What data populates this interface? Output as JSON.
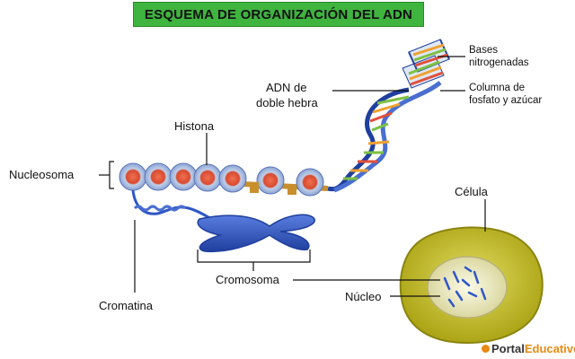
{
  "title": "ESQUEMA DE ORGANIZACIÓN DEL ADN",
  "labels": {
    "bases_line1": "Bases",
    "bases_line2": "nitrogenadas",
    "adn_line1": "ADN de",
    "adn_line2": "doble hebra",
    "columna_line1": "Columna de",
    "columna_line2": "fosfato y azúcar",
    "histona": "Histona",
    "nucleosoma": "Nucleosoma",
    "celula": "Célula",
    "cromatina": "Cromatina",
    "cromosoma": "Cromosoma",
    "nucleo": "Núcleo"
  },
  "brand": {
    "part1": "Portal",
    "part2": "Educativo"
  },
  "colors": {
    "title_bg": "#3fb43f",
    "dna_backbone": "#1f3f9e",
    "base_green": "#7cc142",
    "base_orange": "#f0a030",
    "histone_blue": "#9fb8e0",
    "histone_core": "#e0503a",
    "linker": "#c8902c",
    "chromosome": "#2f56c8",
    "cell_body": "#c8c020",
    "nucleus": "#e8e6b0",
    "brand_orange": "#e88a12"
  }
}
